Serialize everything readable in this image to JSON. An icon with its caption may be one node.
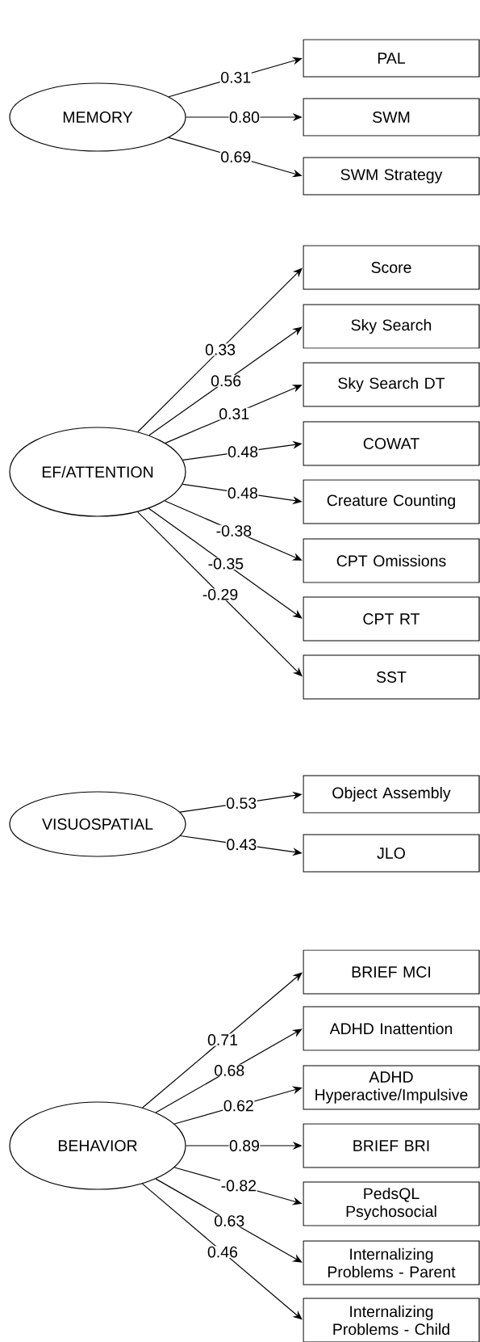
{
  "diagram": {
    "nodes": [
      {
        "text": [
          "MEMORY"
        ]
      },
      {
        "text": [
          "PAL"
        ]
      },
      {
        "text": [
          "SWM"
        ]
      },
      {
        "text": [
          "SWM Strategy"
        ]
      },
      {
        "text": [
          "EF/ATTENTION"
        ]
      },
      {
        "text": [
          "Score"
        ]
      },
      {
        "text": [
          "Sky Search"
        ]
      },
      {
        "text": [
          "Sky Search DT"
        ]
      },
      {
        "text": [
          "COWAT"
        ]
      },
      {
        "text": [
          "Creature Counting"
        ]
      },
      {
        "text": [
          "CPT Omissions"
        ]
      },
      {
        "text": [
          "CPT RT"
        ]
      },
      {
        "text": [
          "SST"
        ]
      },
      {
        "text": [
          "VISUOSPATIAL"
        ]
      },
      {
        "text": [
          "Object Assembly"
        ]
      },
      {
        "text": [
          "JLO"
        ]
      },
      {
        "text": [
          "BEHAVIOR"
        ]
      },
      {
        "text": [
          "BRIEF MCI"
        ]
      },
      {
        "text": [
          "ADHD Inattention"
        ]
      },
      {
        "text": [
          "ADHD Hyperactive/Impulsive"
        ]
      },
      {
        "text": [
          "BRIEF BRI"
        ]
      },
      {
        "text": [
          "PedsQL Psychosocial"
        ]
      },
      {
        "text": [
          "Internalizing Problems - Parent"
        ]
      },
      {
        "text": [
          "Internalizing Problems - Child"
        ]
      }
    ],
    "edges": [
      {
        "from": 0,
        "to": 1,
        "arrow": "to",
        "label": "0.31"
      },
      {
        "from": 0,
        "to": 2,
        "arrow": "to",
        "label": "0.80"
      },
      {
        "from": 0,
        "to": 3,
        "arrow": "to",
        "label": "0.69"
      },
      {
        "from": 4,
        "to": 5,
        "arrow": "to",
        "label": "0.33"
      },
      {
        "from": 4,
        "to": 6,
        "arrow": "to",
        "label": "0.56"
      },
      {
        "from": 4,
        "to": 7,
        "arrow": "to",
        "label": "0.31"
      },
      {
        "from": 4,
        "to": 8,
        "arrow": "to",
        "label": "0.48"
      },
      {
        "from": 4,
        "to": 9,
        "arrow": "to",
        "label": "0.48"
      },
      {
        "from": 4,
        "to": 10,
        "arrow": "to",
        "label": "-0.38"
      },
      {
        "from": 4,
        "to": 11,
        "arrow": "to",
        "label": "-0.35"
      },
      {
        "from": 4,
        "to": 12,
        "arrow": "to",
        "label": "-0.29"
      },
      {
        "from": 13,
        "to": 14,
        "arrow": "to",
        "label": "0.53"
      },
      {
        "from": 13,
        "to": 15,
        "arrow": "to",
        "label": "0.43"
      },
      {
        "from": 16,
        "to": 17,
        "arrow": "to",
        "label": "0.71"
      },
      {
        "from": 16,
        "to": 18,
        "arrow": "to",
        "label": "0.68"
      },
      {
        "from": 16,
        "to": 19,
        "arrow": "to",
        "label": "0.62"
      },
      {
        "from": 16,
        "to": 20,
        "arrow": "to",
        "label": "0.89"
      },
      {
        "from": 16,
        "to": 21,
        "arrow": "to",
        "label": "-0.82"
      },
      {
        "from": 16,
        "to": 22,
        "arrow": "to",
        "label": "0.63"
      },
      {
        "from": 16,
        "to": 23,
        "arrow": "to",
        "label": "0.46"
      }
    ]
  }
}
